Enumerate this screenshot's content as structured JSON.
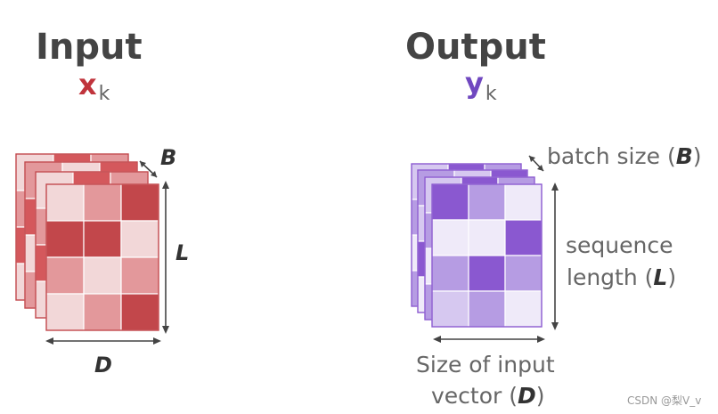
{
  "input": {
    "title": "Input",
    "var_letter": "x",
    "var_subscript": "k",
    "var_color": "#c0343c",
    "dim_batch": "B",
    "dim_length": "L",
    "dim_depth": "D",
    "palette": [
      "#c2474b",
      "#d4585c",
      "#e3989b",
      "#f2d7d8"
    ],
    "stroke_color": "#c2474b",
    "front_grid": [
      [
        3,
        2,
        0
      ],
      [
        0,
        0,
        3
      ],
      [
        2,
        3,
        2
      ],
      [
        3,
        2,
        0
      ]
    ],
    "mid_grid": [
      [
        2,
        3,
        1
      ],
      [
        1,
        2,
        3
      ],
      [
        3,
        1,
        2
      ],
      [
        2,
        1,
        3
      ]
    ],
    "back_grid": [
      [
        3,
        1,
        2
      ],
      [
        2,
        3,
        1
      ],
      [
        1,
        2,
        3
      ],
      [
        3,
        2,
        1
      ]
    ]
  },
  "output": {
    "title": "Output",
    "var_letter": "y",
    "var_subscript": "k",
    "var_color": "#7048c0",
    "batch_label_prefix": "batch size (",
    "batch_label_var": "B",
    "batch_label_suffix": ")",
    "seq_line1": "sequence",
    "seq_line2_prefix": "length (",
    "seq_line2_var": "L",
    "seq_line2_suffix": ")",
    "size_line1": "Size of input",
    "size_line2_prefix": "vector (",
    "size_line2_var": "D",
    "size_line2_suffix": ")",
    "palette": [
      "#8a58d0",
      "#b69ce3",
      "#d6c8f0",
      "#efeaf9"
    ],
    "stroke_color": "#8a58d0",
    "front_grid": [
      [
        0,
        1,
        3
      ],
      [
        3,
        3,
        0
      ],
      [
        1,
        0,
        1
      ],
      [
        2,
        1,
        3
      ]
    ],
    "mid_grid": [
      [
        1,
        2,
        0
      ],
      [
        2,
        0,
        3
      ],
      [
        0,
        2,
        1
      ],
      [
        3,
        1,
        2
      ]
    ],
    "back_grid": [
      [
        2,
        0,
        1
      ],
      [
        1,
        3,
        2
      ],
      [
        3,
        1,
        0
      ],
      [
        1,
        2,
        3
      ]
    ]
  },
  "watermark": "CSDN @梨V_v"
}
